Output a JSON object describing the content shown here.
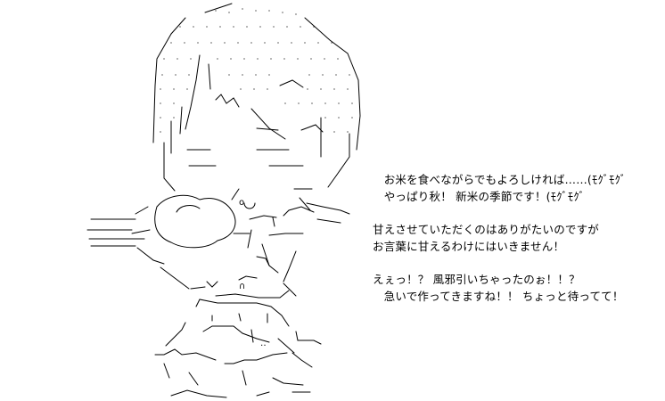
{
  "text_block": {
    "paragraphs": [
      {
        "lines": [
          "　お米を食べながらでもよろしければ……(ﾓｸﾞﾓｸﾞ",
          "　やっぱり秋！ 新米の季節です！(ﾓｸﾞﾓｸﾞ"
        ]
      },
      {
        "lines": [
          "甘えさせていただくのはありがたいのですが",
          "お言葉に甘えるわけにはいきません！"
        ]
      },
      {
        "lines": [
          "えぇっ！？ 風邪引いちゃったのぉ！！？",
          "　急いで作ってきますね！！ ちょっと待ってて！"
        ]
      }
    ]
  },
  "art": {
    "icon": "ascii-art-girl-eating-rice-ball"
  }
}
